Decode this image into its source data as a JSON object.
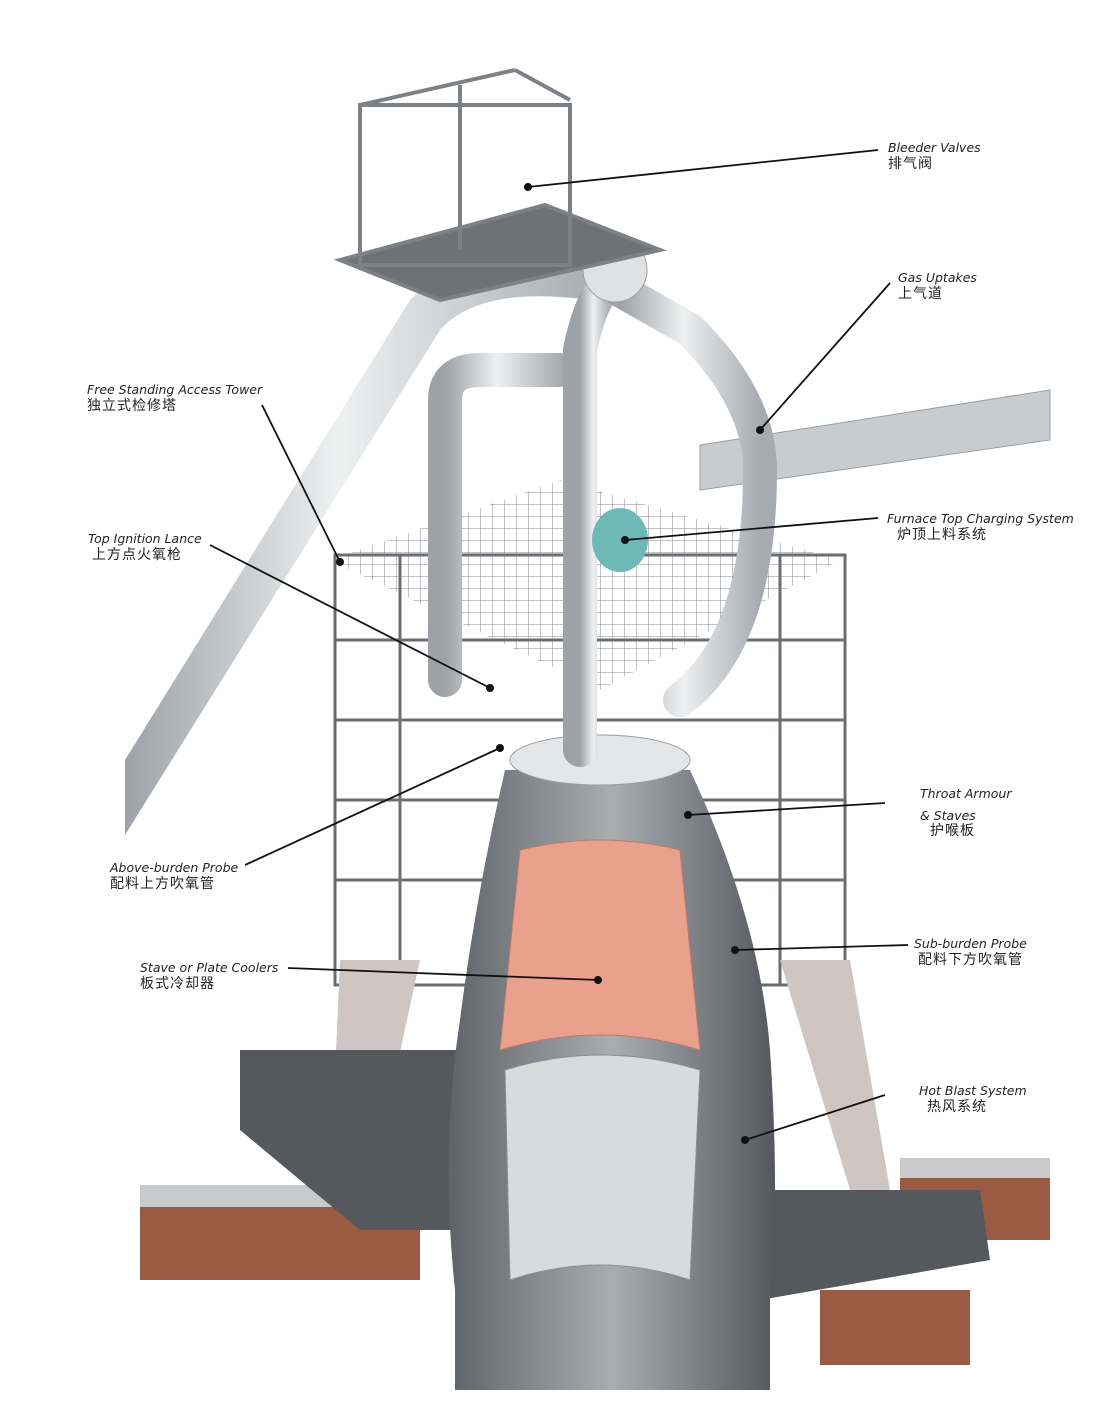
{
  "labels": {
    "bleeder_valves": {
      "en": "Bleeder Valves",
      "zh": "排气阀"
    },
    "gas_uptakes": {
      "en": "Gas Uptakes",
      "zh": "上气道"
    },
    "free_standing_access_tower": {
      "en": "Free Standing Access Tower",
      "zh": "独立式检修塔"
    },
    "top_ignition_lance": {
      "en": "Top Ignition Lance",
      "zh": "上方点火氧枪"
    },
    "furnace_top_charging_system": {
      "en": "Furnace Top Charging System",
      "zh": "炉顶上料系统"
    },
    "throat_armour": {
      "en": "Throat Armour",
      "en2": "& Staves",
      "zh": "护喉板"
    },
    "above_burden_probe": {
      "en": "Above-burden Probe",
      "zh": "配料上方吹氧管"
    },
    "sub_burden_probe": {
      "en": "Sub-burden Probe",
      "zh": "配料下方吹氧管"
    },
    "stave_or_plate_coolers": {
      "en": "Stave or Plate Coolers",
      "zh": "板式冷却器"
    },
    "hot_blast_system": {
      "en": "Hot Blast System",
      "zh": "热风系统"
    }
  },
  "colors": {
    "steel": "#b9bcbf",
    "pipe": "#d6d8da",
    "dark": "#4a4c4f",
    "copper": "#e9a08c",
    "brick": "#9a5a44"
  }
}
